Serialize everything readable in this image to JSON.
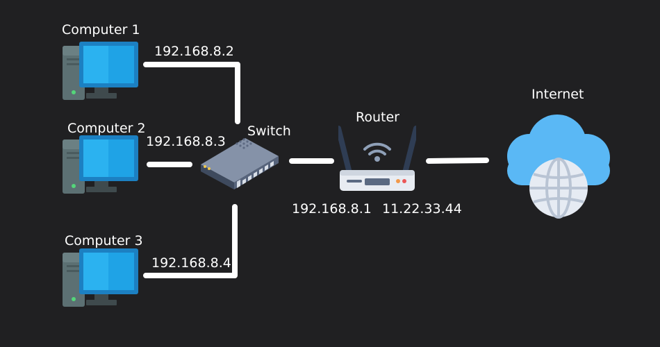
{
  "nodes": {
    "computer_1": {
      "label": "Computer 1",
      "ip": "192.168.8.2"
    },
    "computer_2": {
      "label": "Computer 2",
      "ip": "192.168.8.3"
    },
    "computer_3": {
      "label": "Computer 3",
      "ip": "192.168.8.4"
    },
    "switch": {
      "label": "Switch"
    },
    "router": {
      "label": "Router",
      "lan_ip": "192.168.8.1",
      "wan_ip": "11.22.33.44"
    },
    "internet": {
      "label": "Internet"
    }
  },
  "colors": {
    "background": "#202022",
    "link": "#ffffff",
    "monitor_screen": "#1fa3e6",
    "monitor_frame": "#1c80c2",
    "tower": "#5c7073",
    "switch_body": "#57647c",
    "router_body": "#e8ecf2",
    "cloud": "#5ab8f5",
    "globe": "#e6ebf3"
  },
  "icons": {
    "computer": "desktop-computer-icon",
    "switch": "network-switch-icon",
    "router": "wifi-router-icon",
    "internet": "cloud-globe-icon"
  }
}
